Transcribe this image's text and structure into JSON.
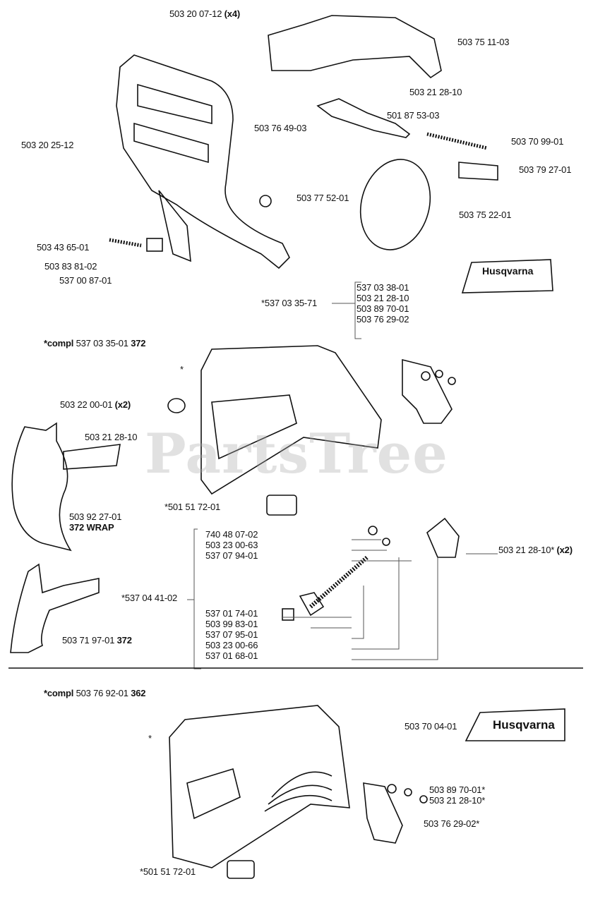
{
  "watermark": "PartsTree",
  "brand_logo": "Husqvarna",
  "section1": {
    "title_prefix": "*compl",
    "title_part": "537 03 35-01",
    "title_model": "372",
    "labels": {
      "l1": "503 20 07-12",
      "l1q": "(x4)",
      "l2": "503 75 11-03",
      "l3": "503 21 28-10",
      "l4": "501 87 53-03",
      "l5": "503 76 49-03",
      "l6": "503 70 99-01",
      "l7": "503 20 25-12",
      "l8": "503 79 27-01",
      "l9": "503 77 52-01",
      "l10": "503 75 22-01",
      "l11": "503 43 65-01",
      "l12": "503 83 81-02",
      "l13": "537 00 87-01",
      "kit1": "*537 03 35-71",
      "k1a": "537 03 38-01",
      "k1b": "503 21 28-10",
      "k1c": "503 89 70-01",
      "k1d": "503 76 29-02",
      "star": "*",
      "l14": "503 22 00-01",
      "l14q": "(x2)",
      "l15": "503 21 28-10",
      "l16": "*501 51 72-01",
      "l17": "503 92 27-01",
      "l17m": "372 WRAP",
      "k2a": "740 48 07-02",
      "k2b": "503 23 00-63",
      "k2c": "537 07 94-01",
      "l18": "503 21 28-10*",
      "l18q": "(x2)",
      "kit2": "*537 04 41-02",
      "k2d": "537 01 74-01",
      "k2e": "503 99 83-01",
      "k2f": "537 07 95-01",
      "k2g": "503 23 00-66",
      "k2h": "537 01 68-01",
      "l19": "503 71 97-01",
      "l19m": "372"
    }
  },
  "section2": {
    "title_prefix": "*compl",
    "title_part": "503 76 92-01",
    "title_model": "362",
    "labels": {
      "star": "*",
      "m1": "503 70 04-01",
      "m2": "503 89 70-01*",
      "m3": "503 21 28-10*",
      "m4": "503 76 29-02*",
      "m5": "*501 51 72-01"
    }
  }
}
